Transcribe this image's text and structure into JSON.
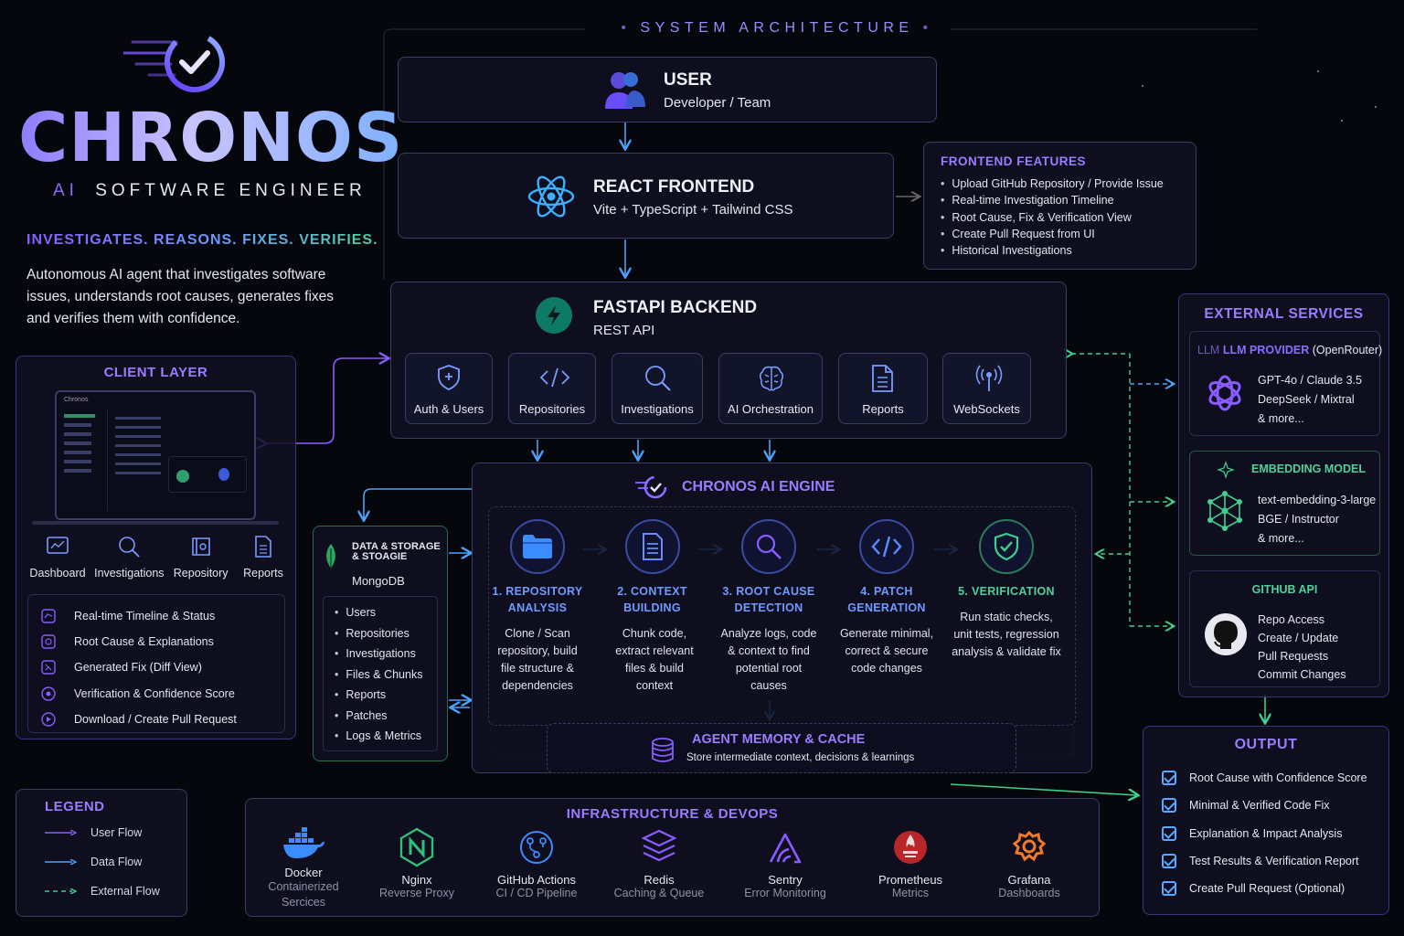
{
  "brand": {
    "title": "CHRONOS",
    "subtitle_ai": "AI",
    "subtitle_rest": "SOFTWARE ENGINEER",
    "tagline": "INVESTIGATES. REASONS. FIXES. VERIFIES.",
    "description": "Autonomous AI agent that investigates software issues, understands root causes, generates fixes and verifies them with confidence."
  },
  "header": {
    "title": "SYSTEM ARCHITECTURE"
  },
  "user": {
    "title": "USER",
    "subtitle": "Developer / Team"
  },
  "frontend": {
    "title": "REACT FRONTEND",
    "subtitle": "Vite + TypeScript + Tailwind CSS"
  },
  "frontend_features": {
    "title": "FRONTEND FEATURES",
    "items": [
      "Upload GitHub Repository / Provide Issue",
      "Real-time Investigation Timeline",
      "Root Cause, Fix & Verification View",
      "Create Pull Request from UI",
      "Historical Investigations"
    ]
  },
  "backend": {
    "title": "FASTAPI BACKEND",
    "subtitle": "REST API",
    "modules": [
      "Auth & Users",
      "Repositories",
      "Investigations",
      "AI Orchestration",
      "Reports",
      "WebSockets"
    ]
  },
  "client": {
    "title": "CLIENT LAYER",
    "screen_brand": "Chronos",
    "nav": [
      "Dashboard",
      "Investigations",
      "Repository",
      "Reports"
    ],
    "features": [
      "Real-time Timeline & Status",
      "Root Cause & Explanations",
      "Generated Fix (Diff View)",
      "Verification & Confidence Score",
      "Download / Create Pull Request"
    ]
  },
  "storage": {
    "title_line1": "DATA & STORAGE",
    "title_line2": "& STOAGIE",
    "subtitle": "MongoDB",
    "items": [
      "Users",
      "Repositories",
      "Investigations",
      "Files & Chunks",
      "Reports",
      "Patches",
      "Logs & Metrics"
    ]
  },
  "engine": {
    "title": "CHRONOS AI ENGINE",
    "steps": [
      {
        "title_1": "1. REPOSITORY",
        "title_2": "ANALYSIS",
        "desc": "Clone / Scan repository, build file structure & dependencies"
      },
      {
        "title_1": "2. CONTEXT",
        "title_2": "BUILDING",
        "desc": "Chunk code, extract relevant files & build context"
      },
      {
        "title_1": "3. ROOT CAUSE",
        "title_2": "DETECTION",
        "desc": "Analyze logs, code & context to find potential root causes"
      },
      {
        "title_1": "4. PATCH",
        "title_2": "GENERATION",
        "desc": "Generate minimal, correct & secure code changes"
      },
      {
        "title_1": "5. VERIFICATION",
        "title_2": "",
        "desc": "Run static checks, unit tests, regression analysis & validate fix"
      }
    ],
    "memory_title": "AGENT MEMORY & CACHE",
    "memory_desc": "Store intermediate context, decisions & learnings"
  },
  "external": {
    "title": "EXTERNAL SERVICES",
    "llm": {
      "title_prefix": "LLM",
      "title": "LLM PROVIDER",
      "title_suffix": "(OpenRouter)",
      "lines": [
        "GPT-4o / Claude 3.5",
        "DeepSeek / Mixtral",
        "& more..."
      ]
    },
    "embedding": {
      "title": "EMBEDDING MODEL",
      "lines": [
        "text-embedding-3-large",
        "BGE / Instructor",
        "& more..."
      ]
    },
    "github": {
      "title": "GITHUB API",
      "lines": [
        "Repo Access",
        "Create / Update",
        "Pull Requests",
        "Commit Changes"
      ]
    }
  },
  "output": {
    "title": "OUTPUT",
    "items": [
      "Root Cause with Confidence Score",
      "Minimal & Verified Code Fix",
      "Explanation & Impact Analysis",
      "Test Results & Verification Report",
      "Create Pull Request (Optional)"
    ]
  },
  "legend": {
    "title": "LEGEND",
    "items": [
      "User Flow",
      "Data Flow",
      "External Flow"
    ],
    "colors": {
      "user": "#8a5cff",
      "data": "#4aa3ff",
      "external": "#3fcf8e"
    }
  },
  "infra": {
    "title": "INFRASTRUCTURE & DEVOPS",
    "items": [
      {
        "name": "Docker",
        "desc": "Containerized Sercices",
        "icon": "docker-icon"
      },
      {
        "name": "Nginx",
        "desc": "Reverse Proxy",
        "icon": "nginx-icon"
      },
      {
        "name": "GitHub Actions",
        "desc": "CI / CD Pipeline",
        "icon": "github-actions-icon"
      },
      {
        "name": "Redis",
        "desc": "Caching & Queue",
        "icon": "redis-icon"
      },
      {
        "name": "Sentry",
        "desc": "Error Monitoring",
        "icon": "sentry-icon"
      },
      {
        "name": "Prometheus",
        "desc": "Metrics",
        "icon": "prometheus-icon"
      },
      {
        "name": "Grafana",
        "desc": "Dashboards",
        "icon": "grafana-icon"
      }
    ]
  }
}
